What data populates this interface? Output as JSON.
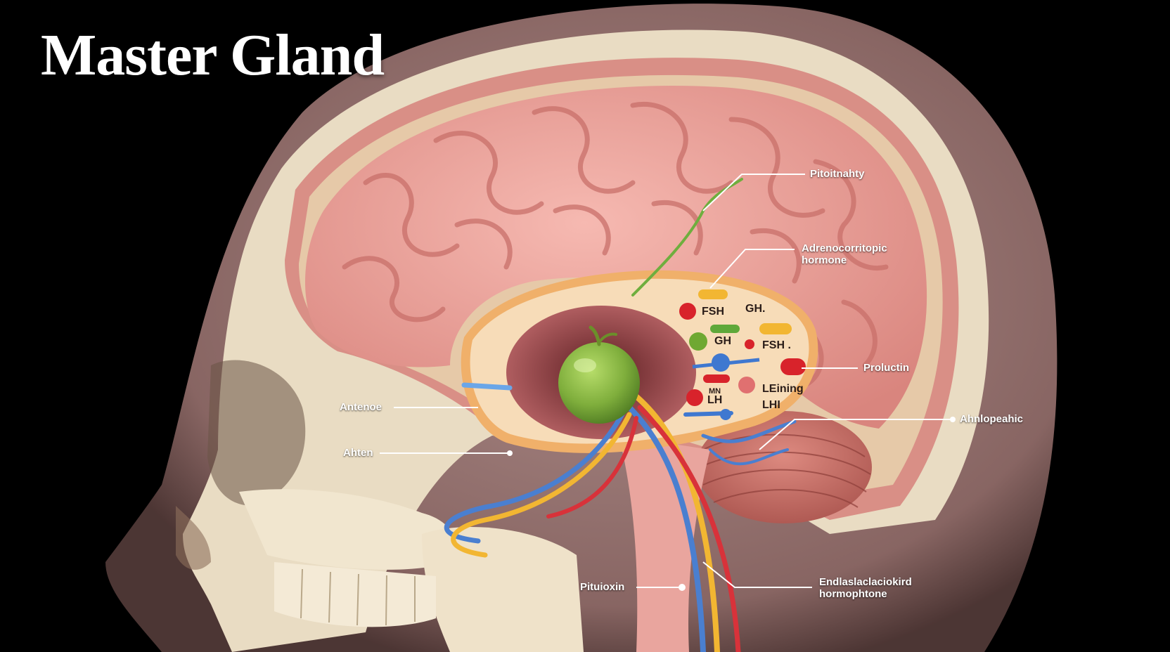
{
  "title": "Master Gland",
  "colors": {
    "background": "#000000",
    "brain": "#f0a7a0",
    "skull": "#e9dcc3",
    "skin": "#b48a86",
    "pituitary_gland": "#7fae3c",
    "nerve_blue": "#4a7fd0",
    "nerve_yellow": "#f2b632",
    "nerve_red": "#d8323a"
  },
  "callouts": {
    "pituitary": "Pitoitnahty",
    "adrenocorticotropic": "Adrenocorritopic\nhormone",
    "prolactin": "Proluctin",
    "anterior": "Antenoe",
    "ahnlopeahic": "Ahnlopeahic",
    "ahten": "Ahten",
    "pituioxin": "Pituioxin",
    "endocrine": "Endlaslaclaciokird\nhormophtone"
  },
  "hormones": {
    "fsh_1": "FSH",
    "gh_1": "GH.",
    "gh_2": "GH",
    "fsh_2": "FSH .",
    "mn": "MN",
    "lh_1": "LH",
    "leining": "LEining",
    "lh_2": "LHI"
  }
}
